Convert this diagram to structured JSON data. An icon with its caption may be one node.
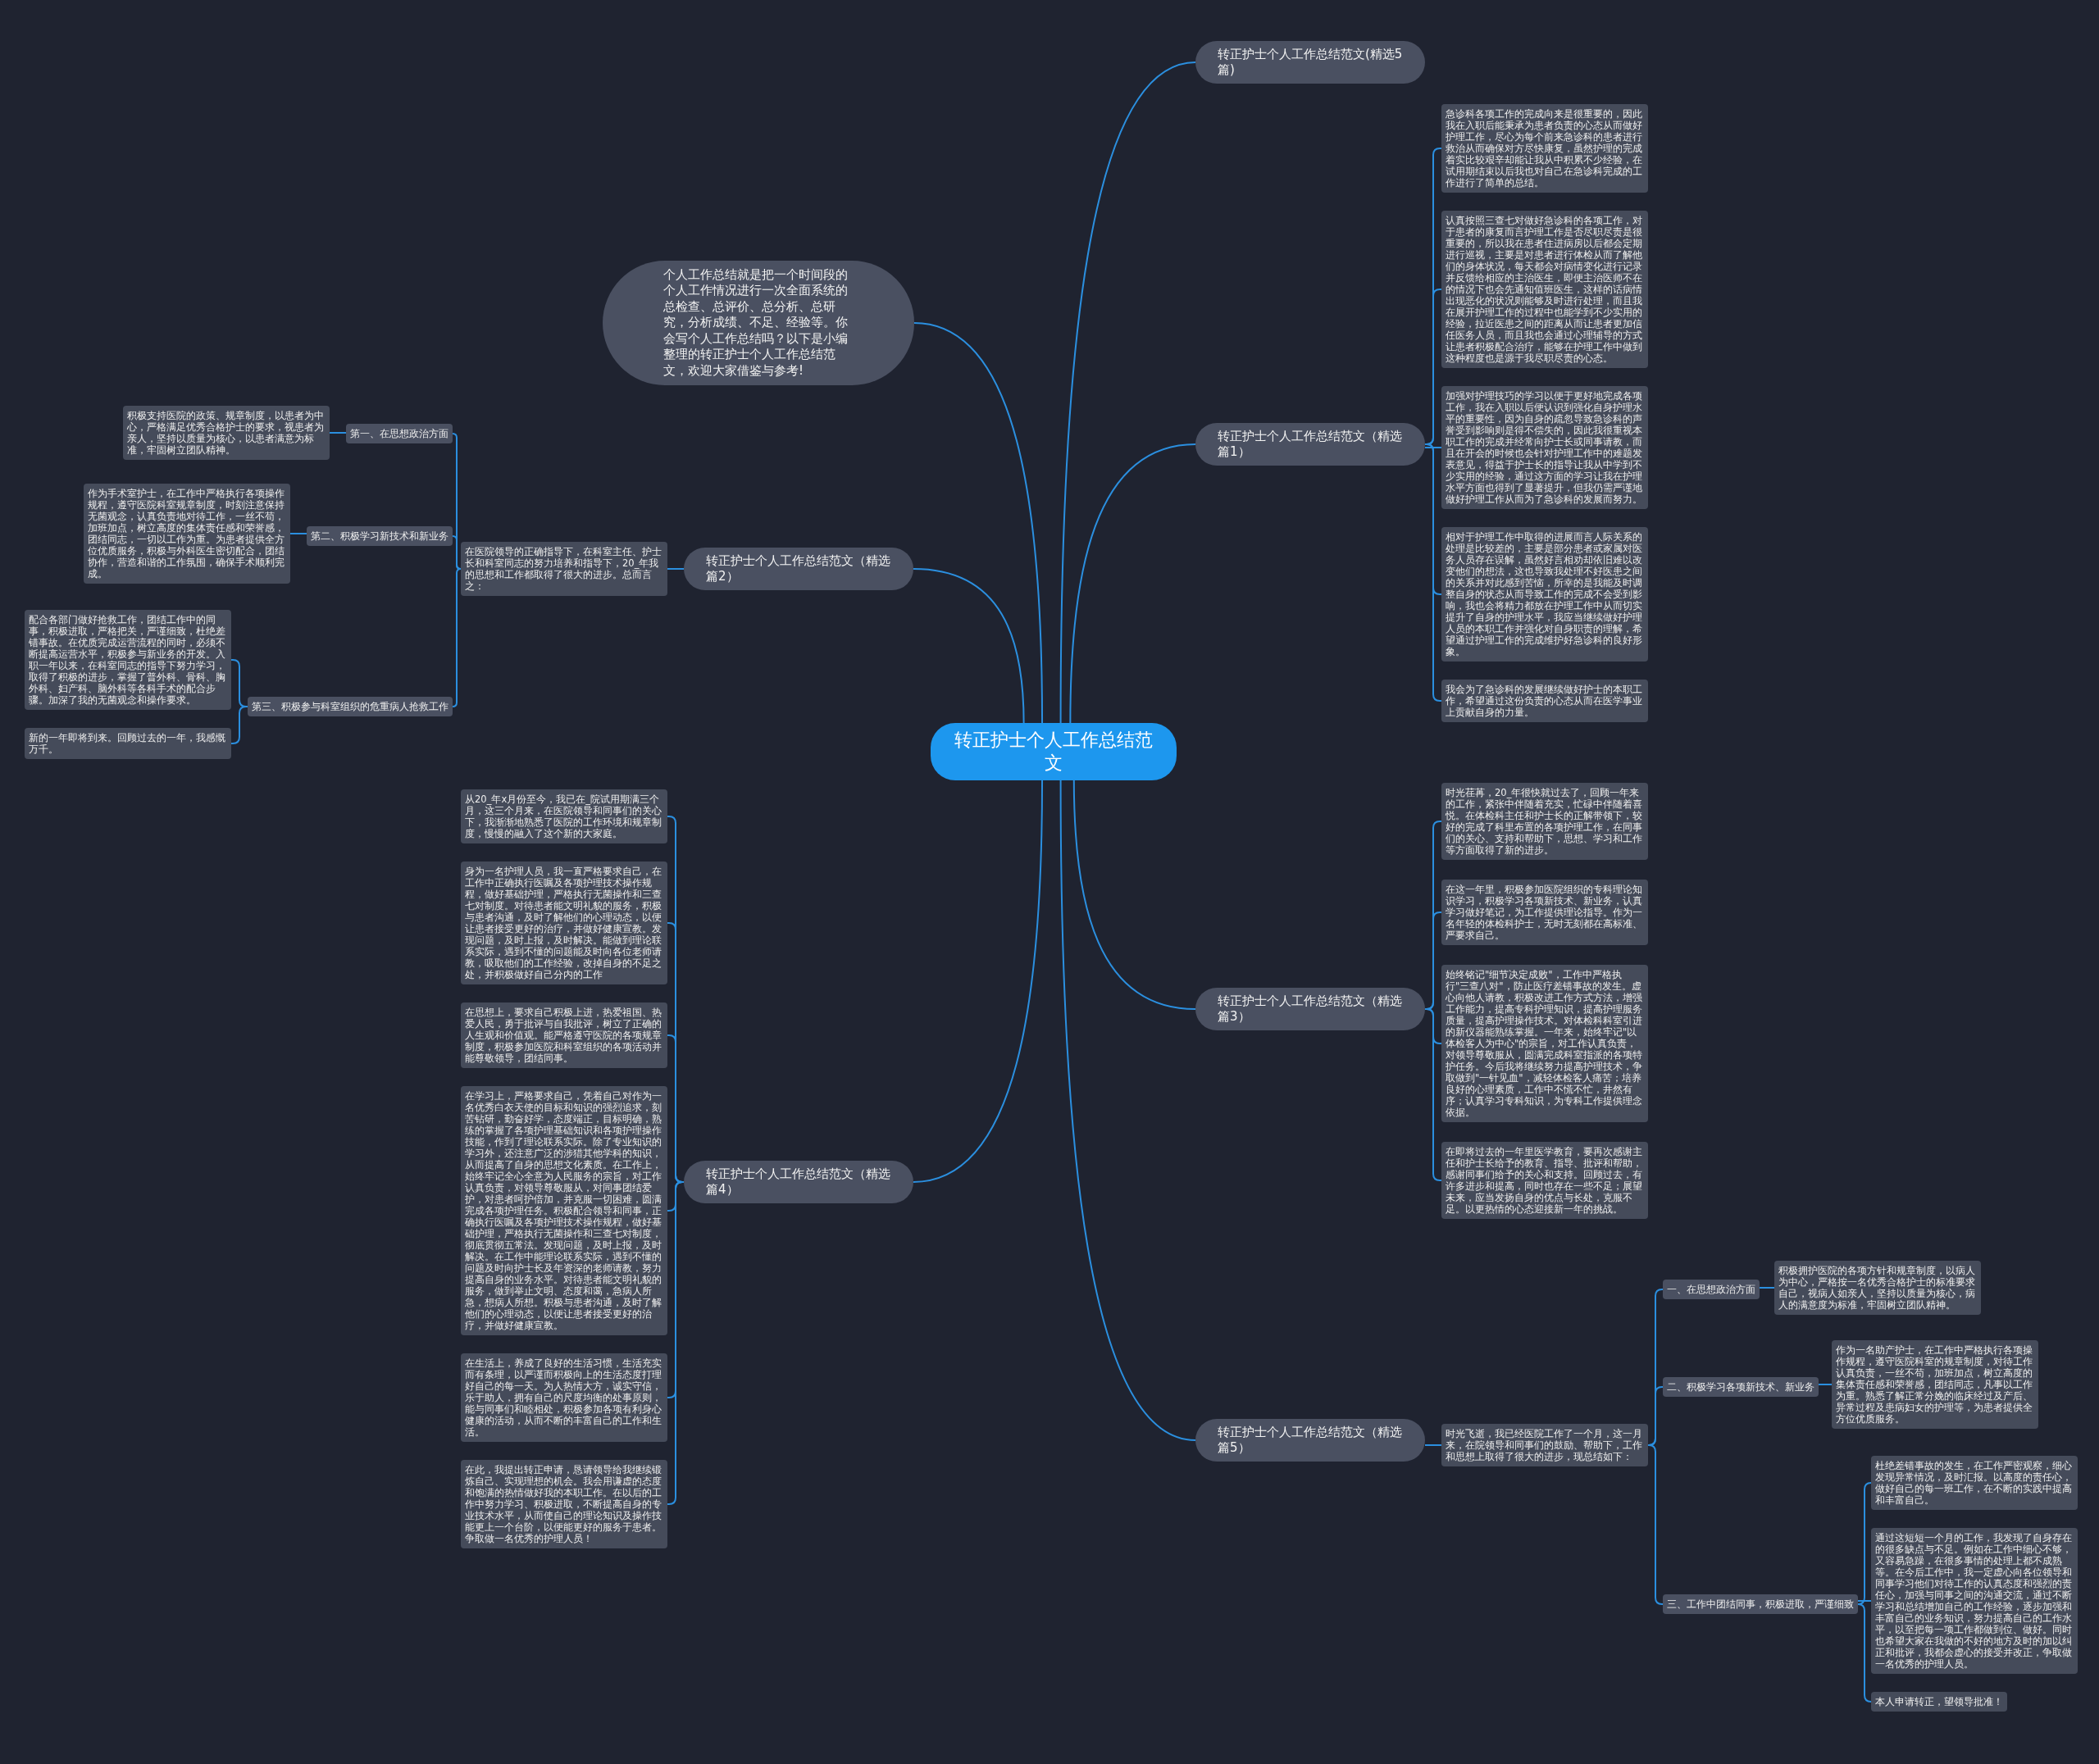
{
  "diagram": {
    "nodes": [
      {
        "text": [
          "转正护士个人工作总结范文"
        ]
      },
      {
        "text": [
          "转正护士个人工作总结范文(精选5篇)"
        ]
      },
      {
        "text": [
          "个人工作总结就是把一个时间段的个人工作情况进行一次全面系统的总检查、总评价、总分析、总研究，分析成绩、不足、经验等。你会写个人工作总结吗？以下是小编整理的转正护士个人工作总结范文，欢迎大家借鉴与参考!"
        ]
      },
      {
        "text": [
          "转正护士个人工作总结范文（精选篇1）"
        ]
      },
      {
        "text": [
          "急诊科各项工作的完成向来是很重要的，因此我在入职后能秉承为患者负责的心态从而做好护理工作，尽心为每个前来急诊科的患者进行救治从而确保对方尽快康复，虽然护理的完成着实比较艰辛却能让我从中积累不少经验，在试用期结束以后我也对自己在急诊科完成的工作进行了简单的总结。"
        ]
      },
      {
        "text": [
          "认真按照三查七对做好急诊科的各项工作，对于患者的康复而言护理工作是否尽职尽责是很重要的，所以我在患者住进病房以后都会定期进行巡视，主要是对患者进行体检从而了解他们的身体状况，每天都会对病情变化进行记录并反馈给相应的主治医生，即便主治医师不在的情况下也会先通知值班医生，这样的话病情出现恶化的状况则能够及时进行处理，而且我在展开护理工作的过程中也能学到不少实用的经验，拉近医患之间的距离从而让患者更加信任医务人员，而且我也会通过心理辅导的方式让患者积极配合治疗，能够在护理工作中做到这种程度也是源于我尽职尽责的心态。"
        ]
      },
      {
        "text": [
          "加强对护理技巧的学习以便于更好地完成各项工作，我在入职以后便认识到强化自身护理水平的重要性，因为自身的疏忽导致急诊科的声誉受到影响则是得不偿失的，因此我很重视本职工作的完成并经常向护士长或同事请教，而且在开会的时候也会针对护理工作中的难题发表意见，得益于护士长的指导让我从中学到不少实用的经验，通过这方面的学习让我在护理水平方面也得到了显著提升，但我仍需严谨地做好护理工作从而为了急诊科的发展而努力。"
        ]
      },
      {
        "text": [
          "相对于护理工作中取得的进展而言人际关系的处理是比较差的，主要是部分患者或家属对医务人员存在误解，虽然好言相劝却依旧难以改变他们的想法，这也导致我处理不好医患之间的关系并对此感到苦恼，所幸的是我能及时调整自身的状态从而导致工作的完成不会受到影响，我也会将精力都放在护理工作中从而切实提升了自身的护理水平，我应当继续做好护理人员的本职工作并强化对自身职责的理解，希望通过护理工作的完成维护好急诊科的良好形象。"
        ]
      },
      {
        "text": [
          "我会为了急诊科的发展继续做好护士的本职工作，希望通过这份负责的心态从而在医学事业上贡献自身的力量。"
        ]
      },
      {
        "text": [
          "转正护士个人工作总结范文（精选篇2）"
        ]
      },
      {
        "text": [
          "在医院领导的正确指导下，在科室主任、护士长和科室同志的努力培养和指导下，20_年我的思想和工作都取得了很大的进步。总而言之："
        ]
      },
      {
        "text": [
          "第一、在思想政治方面"
        ]
      },
      {
        "text": [
          "积极支持医院的政策、规章制度，以患者为中心，严格满足优秀合格护士的要求，视患者为亲人，坚持以质量为核心，以患者满意为标准，牢固树立团队精神。"
        ]
      },
      {
        "text": [
          "第二、积极学习新技术和新业务"
        ]
      },
      {
        "text": [
          "作为手术室护士，在工作中严格执行各项操作规程，遵守医院科室规章制度，时刻注意保持无菌观念，认真负责地对待工作，一丝不苟，加班加点，树立高度的集体责任感和荣誉感，团结同志，一切以工作为重。为患者提供全方位优质服务，积极与外科医生密切配合，团结协作，营造和谐的工作氛围，确保手术顺利完成。"
        ]
      },
      {
        "text": [
          "第三、积极参与科室组织的危重病人抢救工作"
        ]
      },
      {
        "text": [
          "配合各部门做好抢救工作，团结工作中的同事，积极进取，严格把关，严谨细致，杜绝差错事故。在优质完成运营流程的同时，必须不断提高运营水平，积极参与新业务的开发。入职一年以来，在科室同志的指导下努力学习，取得了积极的进步，掌握了普外科、骨科、胸外科、妇产科、脑外科等各科手术的配合步骤。加深了我的无菌观念和操作要求。"
        ]
      },
      {
        "text": [
          "新的一年即将到来。回顾过去的一年，我感慨万千。"
        ]
      },
      {
        "text": [
          "转正护士个人工作总结范文（精选篇3）"
        ]
      },
      {
        "text": [
          "时光荏苒，20_年很快就过去了，回顾一年来的工作，紧张中伴随着充实，忙碌中伴随着喜悦。在体检科主任和护士长的正解带领下，较好的完成了科里布置的各项护理工作，在同事们的关心、支持和帮助下，思想、学习和工作等方面取得了新的进步。"
        ]
      },
      {
        "text": [
          "在这一年里，积极参加医院组织的专科理论知识学习，积极学习各项新技术、新业务，认真学习做好笔记，为工作提供理论指导。作为一名年轻的体检科护士，无时无刻都在高标准、严要求自己。"
        ]
      },
      {
        "text": [
          "始终铭记\"细节决定成败\"，工作中严格执行\"三查八对\"，防止医疗差错事故的发生。虚心向他人请教，积极改进工作方式方法，增强工作能力，提高专科护理知识，提高护理服务质量，提高护理操作技术。对体检科科室引进的新仪器能熟练掌握。一年来，始终牢记\"以体检客人为中心\"的宗旨，对工作认真负责，对领导尊敬服从，圆满完成科室指派的各项特护任务。今后我将继续努力提高护理技术，争取做到\"一针见血\"，减轻体检客人痛苦；培养良好的心理素质，工作中不慌不忙，井然有序；认真学习专科知识，为专科工作提供理念依据。"
        ]
      },
      {
        "text": [
          "在即将过去的一年里医学教育，要再次感谢主任和护士长给予的教育、指导、批评和帮助，感谢同事们给予的关心和支持。回顾过去，有许多进步和提高，同时也存在一些不足；展望未来，应当发扬自身的优点与长处，克服不足。以更热情的心态迎接新一年的挑战。"
        ]
      },
      {
        "text": [
          "转正护士个人工作总结范文（精选篇4）"
        ]
      },
      {
        "text": [
          "从20_年x月份至今，我已在_院试用期满三个月，这三个月来，在医院领导和同事们的关心下，我渐渐地熟悉了医院的工作环境和规章制度，慢慢的融入了这个新的大家庭。"
        ]
      },
      {
        "text": [
          "身为一名护理人员，我一直严格要求自己，在工作中正确执行医嘱及各项护理技术操作规程，做好基础护理，严格执行无菌操作和三查七对制度。对待患者能文明礼貌的服务，积极与患者沟通，及时了解他们的心理动态，以便让患者接受更好的治疗，并做好健康宣教。发现问题，及时上报，及时解决。能做到理论联系实际，遇到不懂的问题能及时向各位老师请教，吸取他们的工作经验，改掉自身的不足之处，并积极做好自己分内的工作"
        ]
      },
      {
        "text": [
          "在思想上，要求自己积极上进，热爱祖国、热爱人民，勇于批评与自我批评，树立了正确的人生观和价值观。能严格遵守医院的各项规章制度，积极参加医院和科室组织的各项活动并能尊敬领导，团结同事。"
        ]
      },
      {
        "text": [
          "在学习上，严格要求自己，凭着自己对作为一名优秀白衣天使的目标和知识的强烈追求，刻苦钻研，勤奋好学，态度端正，目标明确，熟练的掌握了各项护理基础知识和各项护理操作技能，作到了理论联系实际。除了专业知识的学习外，还注意广泛的涉猎其他学科的知识，从而提高了自身的思想文化素质。在工作上，始终牢记全心全意为人民服务的宗旨，对工作认真负责，对领导尊敬服从，对同事团结爱护，对患者呵护倍加，并克服一切困难，圆满完成各项护理任务。积极配合领导和同事，正确执行医嘱及各项护理技术操作规程，做好基础护理，严格执行无菌操作和三查七对制度，彻底贯彻五常法。发现问题，及时上报，及时解决。在工作中能理论联系实际，遇到不懂的问题及时向护士长及年资深的老师请教，努力提高自身的业务水平。对待患者能文明礼貌的服务，做到举止文明、态度和蔼，急病人所急，想病人所想。积极与患者沟通，及时了解他们的心理动态，以便让患者接受更好的治疗，并做好健康宣教。"
        ]
      },
      {
        "text": [
          "在生活上，养成了良好的生活习惯，生活充实而有条理，以严谨而积极向上的生活态度打理好自己的每一天。为人热情大方，诚实守信，乐于助人，拥有自己的尺度均衡的处事原则，能与同事们和睦相处，积极参加各项有利身心健康的活动，从而不断的丰富自己的工作和生活。"
        ]
      },
      {
        "text": [
          "在此，我提出转正申请，恳请领导给我继续锻炼自己、实现理想的机会。我会用谦虚的态度和饱满的热情做好我的本职工作。在以后的工作中努力学习、积极进取，不断提高自身的专业技术水平，从而使自己的理论知识及操作技能更上一个台阶，以便能更好的服务于患者。争取做一名优秀的护理人员！"
        ]
      },
      {
        "text": [
          "转正护士个人工作总结范文（精选篇5）"
        ]
      },
      {
        "text": [
          "时光飞逝，我已经医院工作了一个月，这一月来，在院领导和同事们的鼓励、帮助下，工作和思想上取得了很大的进步，现总结如下："
        ]
      },
      {
        "text": [
          "一、在思想政治方面"
        ]
      },
      {
        "text": [
          "积极拥护医院的各项方针和规章制度，以病人为中心，严格按一名优秀合格护士的标准要求自己，视病人如亲人，坚持以质量为核心，病人的满意度为标准，牢固树立团队精神。"
        ]
      },
      {
        "text": [
          "二、积极学习各项新技术、新业务"
        ]
      },
      {
        "text": [
          "作为一名助产护士，在工作中严格执行各项操作规程，遵守医院科室的规章制度，对待工作认真负责，一丝不苟，加班加点，树立高度的集体责任感和荣誉感，团结同志，凡事以工作为重。熟悉了解正常分娩的临床经过及产后、异常过程及患病妇女的护理等，为患者提供全方位优质服务。"
        ]
      },
      {
        "text": [
          "三、工作中团结同事，积极进取，严谨细致"
        ]
      },
      {
        "text": [
          "杜绝差错事故的发生，在工作严密观察，细心发现异常情况，及时汇报。以高度的责任心，做好自己的每一班工作，在不断的实践中提高和丰富自己。"
        ]
      },
      {
        "text": [
          "通过这短短一个月的工作，我发现了自身存在的很多缺点与不足。例如在工作中细心不够，又容易急躁，在很多事情的处理上都不成熟等。在今后工作中，我一定虚心向各位领导和同事学习他们对待工作的认真态度和强烈的责任心，加强与同事之间的沟通交流，通过不断学习和总结增加自己的工作经验，逐步加强和丰富自己的业务知识，努力提高自己的工作水平，以至把每一项工作都做到位、做好。同时也希望大家在我做的不好的地方及时的加以纠正和批评，我都会虚心的接受并改正，争取做一名优秀的护理人员。"
        ]
      },
      {
        "text": [
          "本人申请转正，望领导批准！"
        ]
      }
    ],
    "edges": [
      {
        "from": 0,
        "to": 1,
        "arrow": "none"
      },
      {
        "from": 0,
        "to": 2,
        "arrow": "none"
      },
      {
        "from": 0,
        "to": 3,
        "arrow": "none"
      },
      {
        "from": 0,
        "to": 9,
        "arrow": "none"
      },
      {
        "from": 0,
        "to": 18,
        "arrow": "none"
      },
      {
        "from": 0,
        "to": 23,
        "arrow": "none"
      },
      {
        "from": 0,
        "to": 30,
        "arrow": "none"
      },
      {
        "from": 3,
        "to": 4,
        "arrow": "none"
      },
      {
        "from": 3,
        "to": 5,
        "arrow": "none"
      },
      {
        "from": 3,
        "to": 6,
        "arrow": "none"
      },
      {
        "from": 3,
        "to": 7,
        "arrow": "none"
      },
      {
        "from": 3,
        "to": 8,
        "arrow": "none"
      },
      {
        "from": 9,
        "to": 10,
        "arrow": "none"
      },
      {
        "from": 10,
        "to": 11,
        "arrow": "none"
      },
      {
        "from": 10,
        "to": 13,
        "arrow": "none"
      },
      {
        "from": 10,
        "to": 15,
        "arrow": "none"
      },
      {
        "from": 11,
        "to": 12,
        "arrow": "none"
      },
      {
        "from": 13,
        "to": 14,
        "arrow": "none"
      },
      {
        "from": 15,
        "to": 16,
        "arrow": "none"
      },
      {
        "from": 15,
        "to": 17,
        "arrow": "none"
      },
      {
        "from": 18,
        "to": 19,
        "arrow": "none"
      },
      {
        "from": 18,
        "to": 20,
        "arrow": "none"
      },
      {
        "from": 18,
        "to": 21,
        "arrow": "none"
      },
      {
        "from": 18,
        "to": 22,
        "arrow": "none"
      },
      {
        "from": 23,
        "to": 24,
        "arrow": "none"
      },
      {
        "from": 23,
        "to": 25,
        "arrow": "none"
      },
      {
        "from": 23,
        "to": 26,
        "arrow": "none"
      },
      {
        "from": 23,
        "to": 27,
        "arrow": "none"
      },
      {
        "from": 23,
        "to": 28,
        "arrow": "none"
      },
      {
        "from": 23,
        "to": 29,
        "arrow": "none"
      },
      {
        "from": 30,
        "to": 31,
        "arrow": "none"
      },
      {
        "from": 31,
        "to": 32,
        "arrow": "none"
      },
      {
        "from": 31,
        "to": 34,
        "arrow": "none"
      },
      {
        "from": 31,
        "to": 36,
        "arrow": "none"
      },
      {
        "from": 32,
        "to": 33,
        "arrow": "none"
      },
      {
        "from": 34,
        "to": 35,
        "arrow": "none"
      },
      {
        "from": 36,
        "to": 37,
        "arrow": "none"
      },
      {
        "from": 36,
        "to": 38,
        "arrow": "none"
      },
      {
        "from": 36,
        "to": 39,
        "arrow": "none"
      }
    ]
  }
}
